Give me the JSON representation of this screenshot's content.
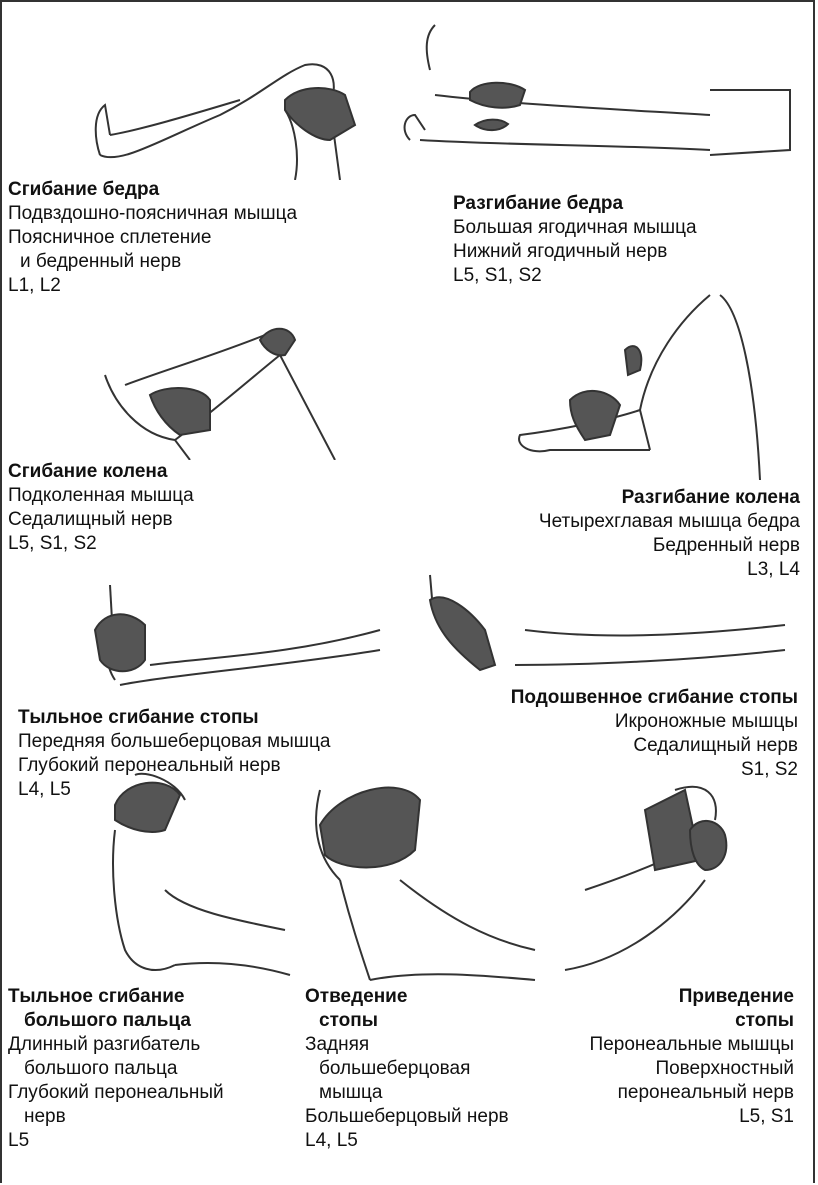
{
  "panels": [
    {
      "id": "hip-flexion",
      "title": "Сгибание бедра",
      "lines": [
        "Подвздошно-поясничная мышца",
        "Поясничное сплетение",
        "  и бедренный нерв",
        "L1, L2"
      ]
    },
    {
      "id": "hip-extension",
      "title": "Разгибание бедра",
      "lines": [
        "Большая ягодичная мышца",
        "Нижний ягодичный нерв",
        "L5, S1, S2"
      ]
    },
    {
      "id": "knee-flexion",
      "title": "Сгибание колена",
      "lines": [
        "Подколенная мышца",
        "Седалищный нерв",
        "L5, S1, S2"
      ]
    },
    {
      "id": "knee-extension",
      "title": "Разгибание колена",
      "lines": [
        "Четырехглавая мышца бедра",
        "Бедренный нерв",
        "L3, L4"
      ]
    },
    {
      "id": "foot-dorsiflexion",
      "title": "Тыльное сгибание стопы",
      "lines": [
        "Передняя большеберцовая мышца",
        "Глубокий перонеальный нерв",
        "L4, L5"
      ]
    },
    {
      "id": "foot-plantarflexion",
      "title": "Подошвенное сгибание стопы",
      "lines": [
        "Икроножные мышцы",
        "Седалищный нерв",
        "S1, S2"
      ]
    },
    {
      "id": "toe-dorsiflexion",
      "title_lines": [
        "Тыльное сгибание",
        "  большого пальца"
      ],
      "lines": [
        "Длинный разгибатель",
        "  большого пальца",
        "Глубокий перонеальный",
        "  нерв",
        "L5"
      ]
    },
    {
      "id": "foot-abduction",
      "title_lines": [
        "Отведение",
        "  стопы"
      ],
      "lines": [
        "Задняя",
        "  большеберцовая",
        "  мышца",
        "Большеберцовый нерв",
        "L4, L5"
      ]
    },
    {
      "id": "foot-adduction",
      "title_lines": [
        "Приведение",
        "стопы"
      ],
      "lines": [
        "Перонеальные мышцы",
        "Поверхностный",
        "перонеальный нерв",
        "L5, S1"
      ]
    }
  ]
}
